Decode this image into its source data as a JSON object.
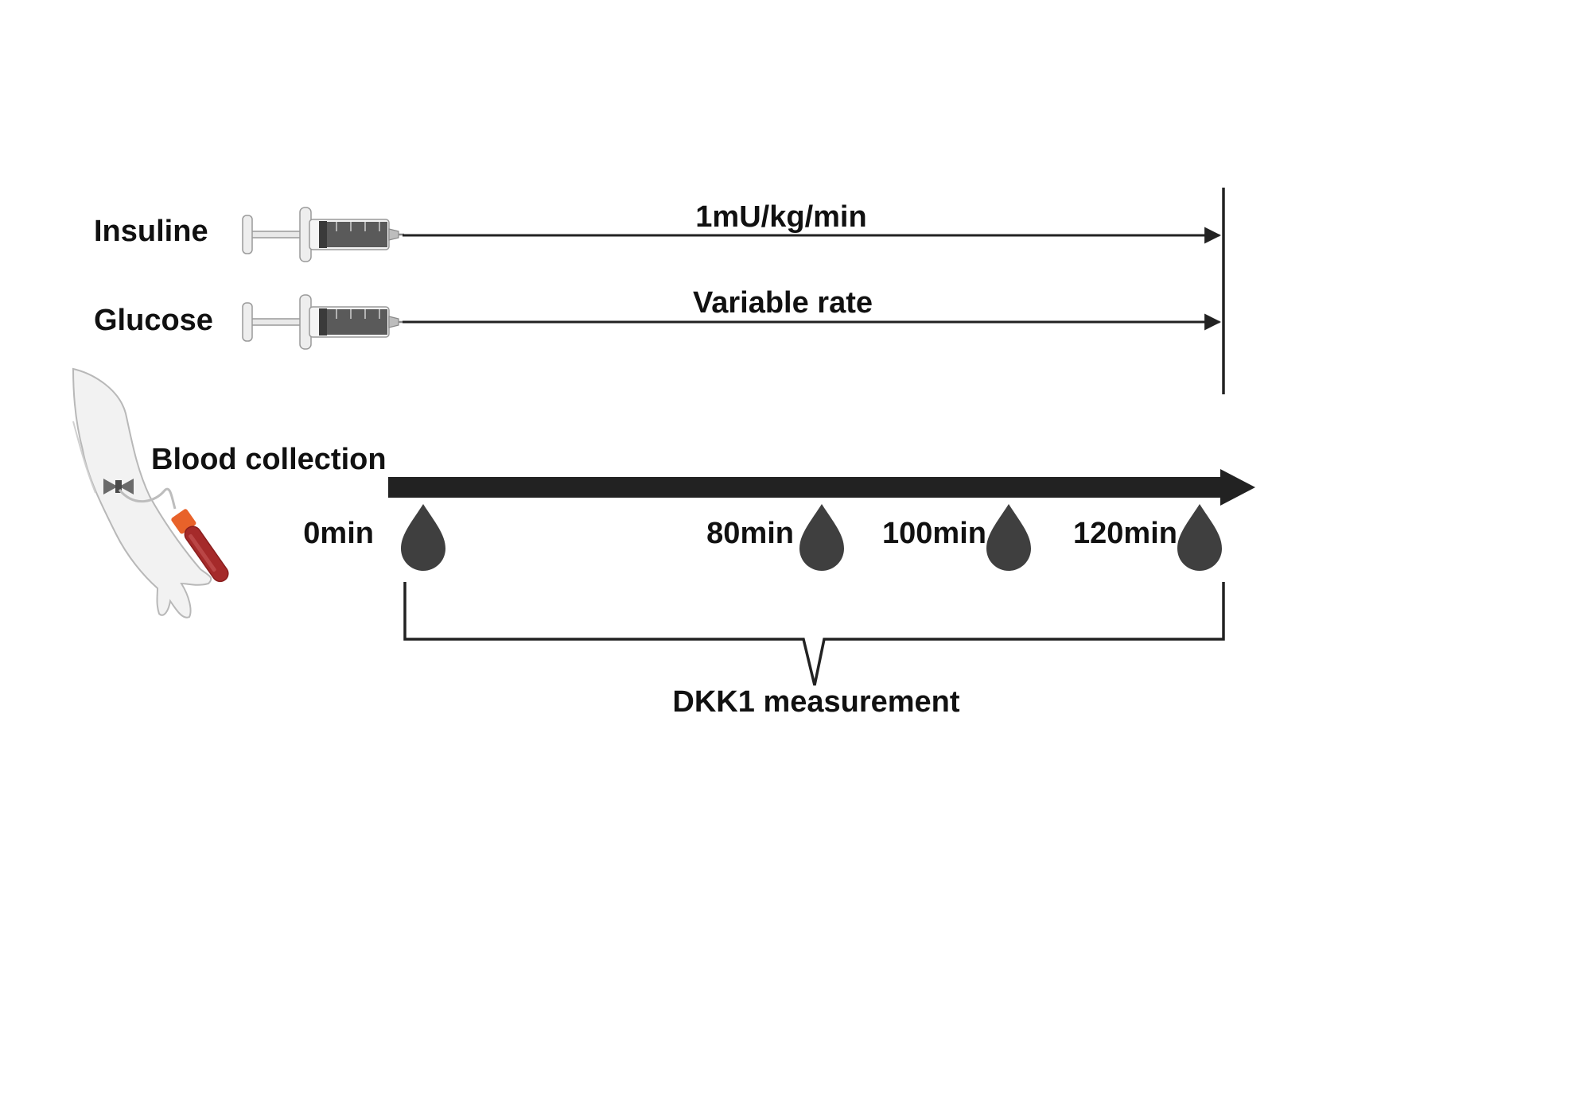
{
  "infusions": [
    {
      "name": "Insuline",
      "rate": "1mU/kg/min"
    },
    {
      "name": "Glucose",
      "rate": "Variable rate"
    }
  ],
  "blood_collection": {
    "label": "Blood collection",
    "timepoints": [
      "0min",
      "80min",
      "100min",
      "120min"
    ]
  },
  "measurement": {
    "label": "DKK1 measurement"
  },
  "colors": {
    "line": "#222222",
    "drop": "#3f3f3f",
    "syringe_fluid": "#5a5a5a",
    "tube_blood": "#a52a2a",
    "tube_cap": "#e8622a",
    "skin": "#f2f2f2"
  },
  "icons": [
    "syringe-icon",
    "blood-drop-icon",
    "arm-with-blood-tube-icon"
  ]
}
